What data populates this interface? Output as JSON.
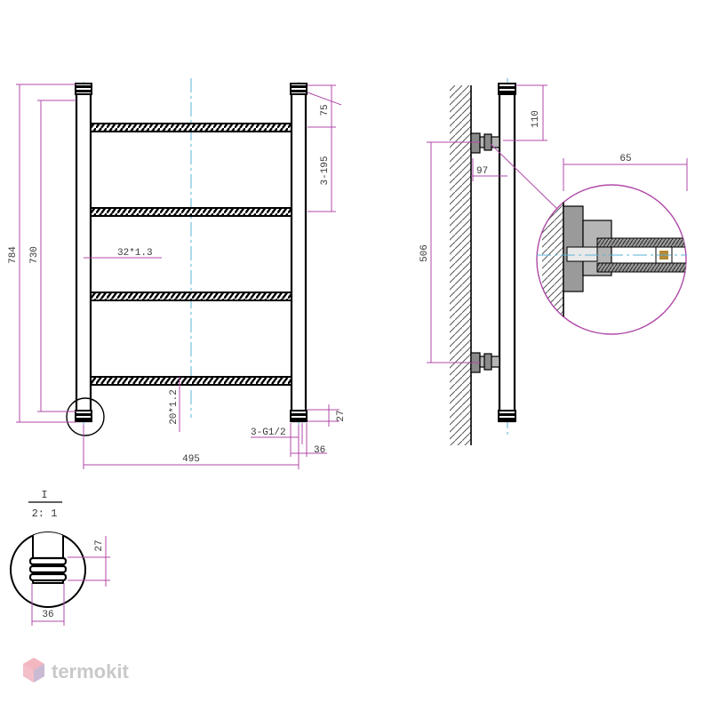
{
  "colors": {
    "line": "#000000",
    "dimension": "#b04aa8",
    "centerline": "#5ab3d8",
    "pipe_fill": "#ffffff",
    "hatch": "#555555",
    "watermark": "#c9c9c9",
    "watermark_logo": "#ea8a9a"
  },
  "front_view": {
    "dim_total_height": "784",
    "dim_tube_height": "730",
    "dim_top_offset": "75",
    "dim_pitch": "3-195",
    "dim_vertical_pipe": "32*1.3",
    "dim_rung_pipe": "20*1.2",
    "dim_width": "495",
    "dim_bottom": "27",
    "dim_cap": "36",
    "dim_thread": "3-G1/2"
  },
  "side_view": {
    "dim_top": "110",
    "dim_offset": "97",
    "dim_bracket_span": "506"
  },
  "detail_view": {
    "dim_depth": "65"
  },
  "detail_i": {
    "label": "I",
    "scale": "2: 1",
    "dim_height": "27",
    "dim_width": "36"
  },
  "watermark": {
    "text": "termokit",
    "icon": "hexagon-logo-icon"
  }
}
